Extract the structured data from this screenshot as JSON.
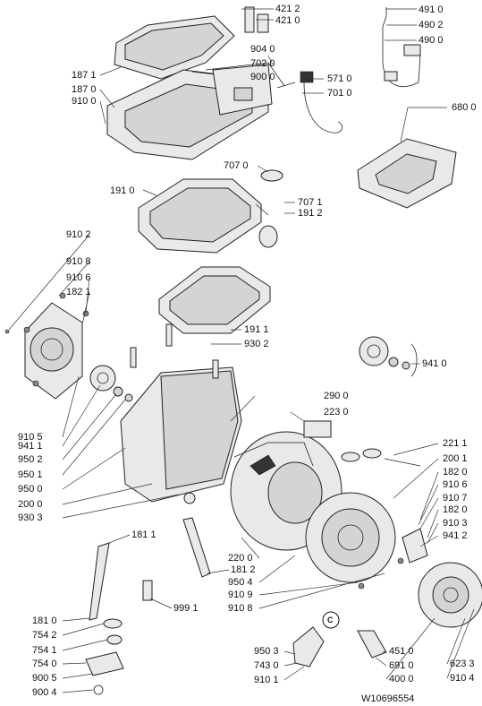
{
  "drawing_number": "W10696554",
  "callout_badge": "C",
  "parts": [
    {
      "code": "421 2"
    },
    {
      "code": "421 0"
    },
    {
      "code": "491 0"
    },
    {
      "code": "490 2"
    },
    {
      "code": "490 0"
    },
    {
      "code": "187 1"
    },
    {
      "code": "187 0"
    },
    {
      "code": "910 0"
    },
    {
      "code": "904 0"
    },
    {
      "code": "702 0"
    },
    {
      "code": "900 0"
    },
    {
      "code": "571 0"
    },
    {
      "code": "701 0"
    },
    {
      "code": "680 0"
    },
    {
      "code": "707 0"
    },
    {
      "code": "191 0"
    },
    {
      "code": "707 1"
    },
    {
      "code": "191 2"
    },
    {
      "code": "910 2"
    },
    {
      "code": "910 8"
    },
    {
      "code": "910 6"
    },
    {
      "code": "182 1"
    },
    {
      "code": "191 1"
    },
    {
      "code": "930 2"
    },
    {
      "code": "941 0"
    },
    {
      "code": "290 0"
    },
    {
      "code": "223 0"
    },
    {
      "code": "910 5"
    },
    {
      "code": "941 1"
    },
    {
      "code": "950 2"
    },
    {
      "code": "950 1"
    },
    {
      "code": "950 0"
    },
    {
      "code": "200 0"
    },
    {
      "code": "930 3"
    },
    {
      "code": "221 1"
    },
    {
      "code": "200 1"
    },
    {
      "code": "182 0"
    },
    {
      "code": "910 6"
    },
    {
      "code": "910 7"
    },
    {
      "code": "182 0"
    },
    {
      "code": "910 3"
    },
    {
      "code": "941 2"
    },
    {
      "code": "181 1"
    },
    {
      "code": "220 0"
    },
    {
      "code": "181 2"
    },
    {
      "code": "950 4"
    },
    {
      "code": "910 9"
    },
    {
      "code": "910 8"
    },
    {
      "code": "999 1"
    },
    {
      "code": "181 0"
    },
    {
      "code": "754 2"
    },
    {
      "code": "754 1"
    },
    {
      "code": "754 0"
    },
    {
      "code": "900 5"
    },
    {
      "code": "900 4"
    },
    {
      "code": "950 3"
    },
    {
      "code": "743 0"
    },
    {
      "code": "910 1"
    },
    {
      "code": "451 0"
    },
    {
      "code": "691 0"
    },
    {
      "code": "400 0"
    },
    {
      "code": "623 3"
    },
    {
      "code": "910 4"
    }
  ]
}
